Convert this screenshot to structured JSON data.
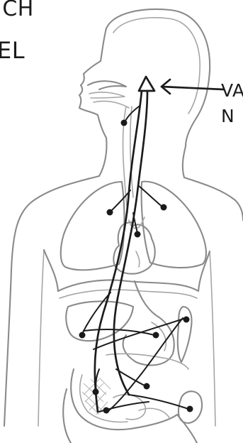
{
  "labels": {
    "top_line_1": "ICH",
    "top_line_2": "EL",
    "nerve_label_line_1": "VA",
    "nerve_label_line_2": "N"
  },
  "colors": {
    "background": "#ffffff",
    "outline": "#8a8a8a",
    "nerve": "#1c1c1c"
  }
}
